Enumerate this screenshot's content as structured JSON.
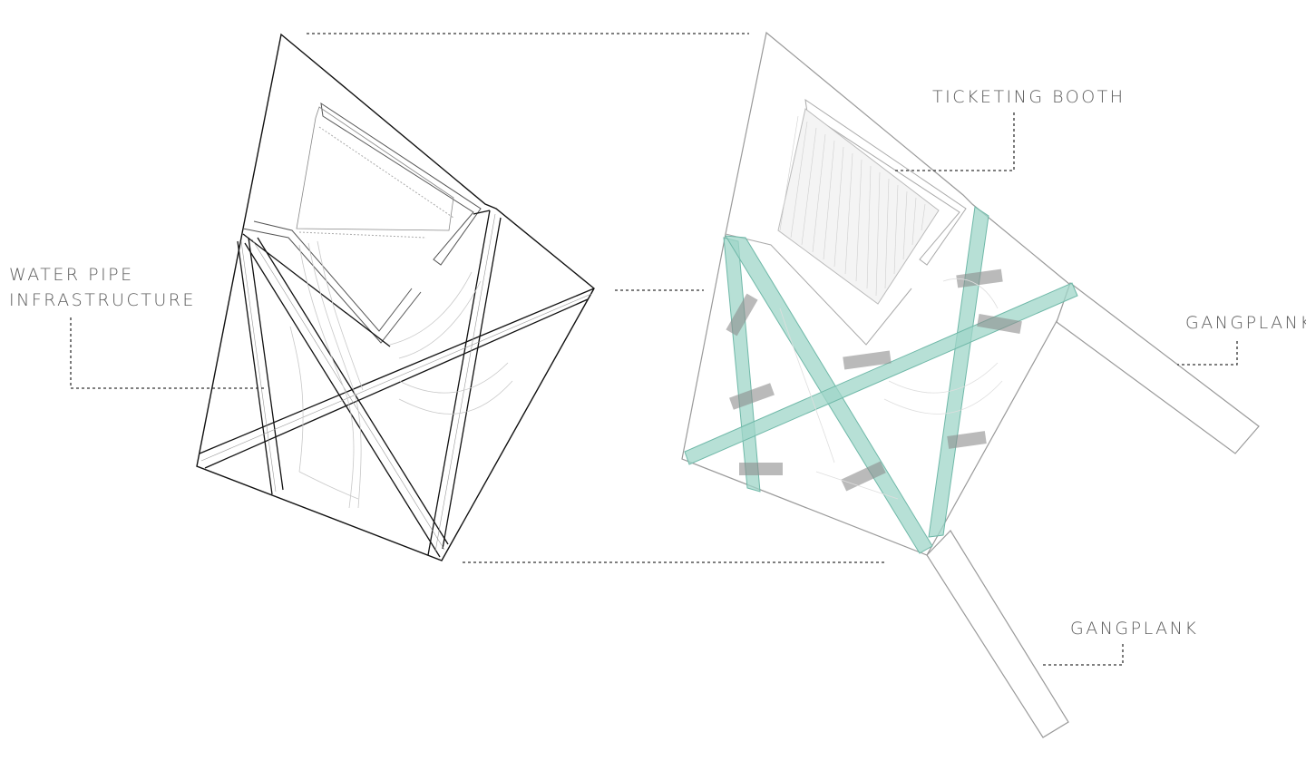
{
  "labels": {
    "water_pipe": [
      "WATER PIPE",
      "INFRASTRUCTURE"
    ],
    "ticketing_booth": "TICKETING BOOTH",
    "gangplank_right": "GANGPLANK",
    "gangplank_bottom": "GANGPLANK"
  },
  "colors": {
    "ink": "#111111",
    "light_ink": "#9a9a9a",
    "label_text": "#5a5a5a",
    "leader": "#333333",
    "accent_fill": "#9fd6c8",
    "accent_stroke": "#6fb8a8",
    "dark_patch": "#8c8c8c"
  }
}
